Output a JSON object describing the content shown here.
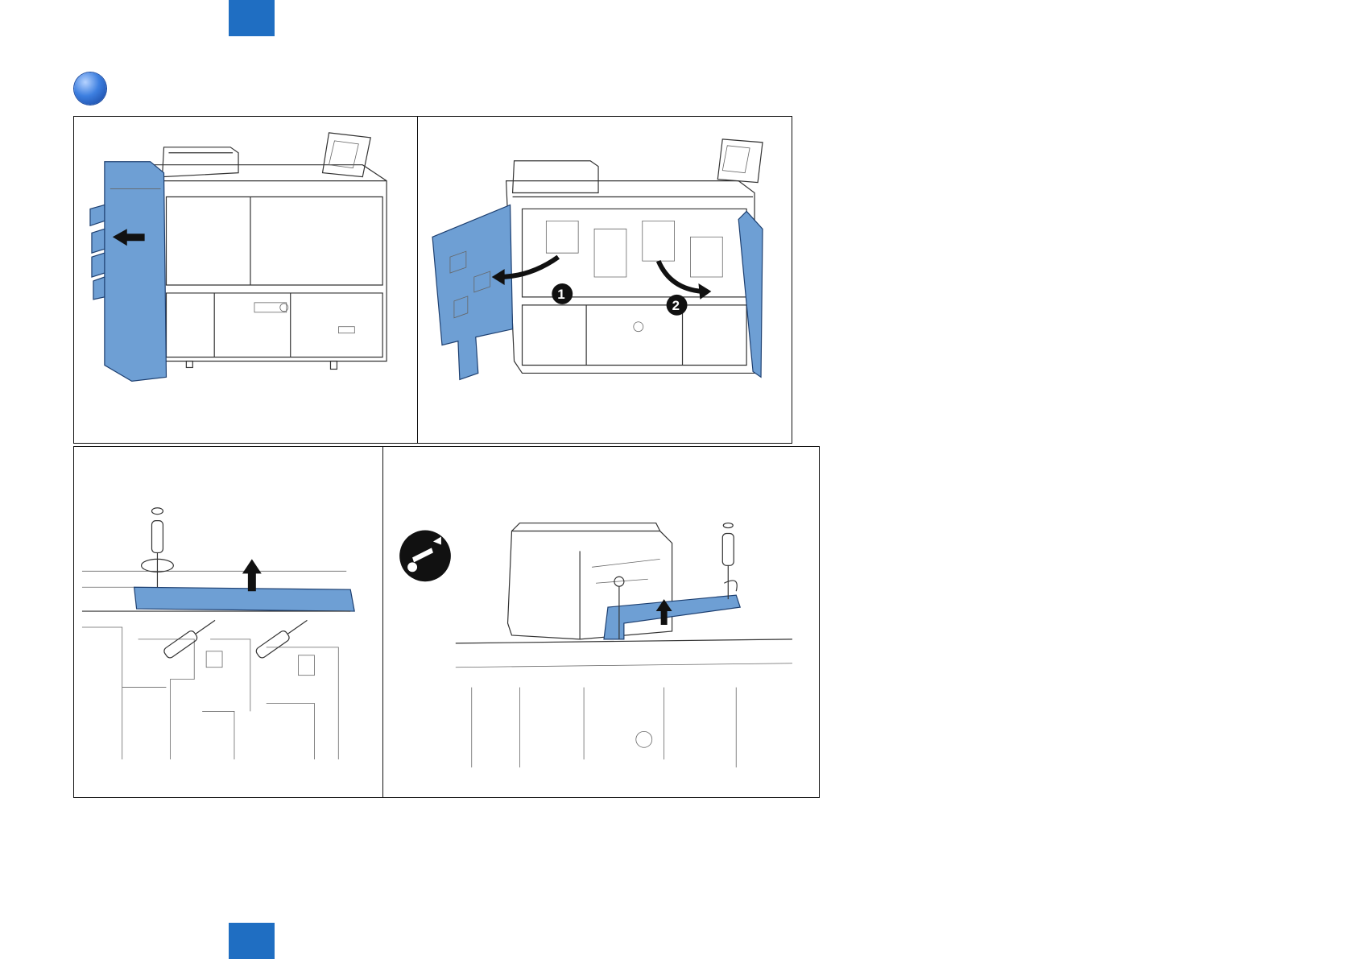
{
  "page": {
    "header_tab_color": "#1f6ec2",
    "bullet_color": "#3d7fe0",
    "highlight_color": "#6e9fd4"
  },
  "figures": [
    {
      "id": "remove-side-unit",
      "icons": [
        "arrow-left-icon"
      ]
    },
    {
      "id": "open-front-covers",
      "step_badges": [
        "1",
        "2"
      ],
      "icons": [
        "curved-arrow-icon"
      ]
    },
    {
      "id": "remove-upper-cover-screws",
      "icons": [
        "screwdriver-icon",
        "arrow-up-icon"
      ]
    },
    {
      "id": "remove-rear-plate",
      "icons": [
        "screw-removal-icon",
        "screwdriver-icon",
        "arrow-up-icon"
      ]
    }
  ]
}
